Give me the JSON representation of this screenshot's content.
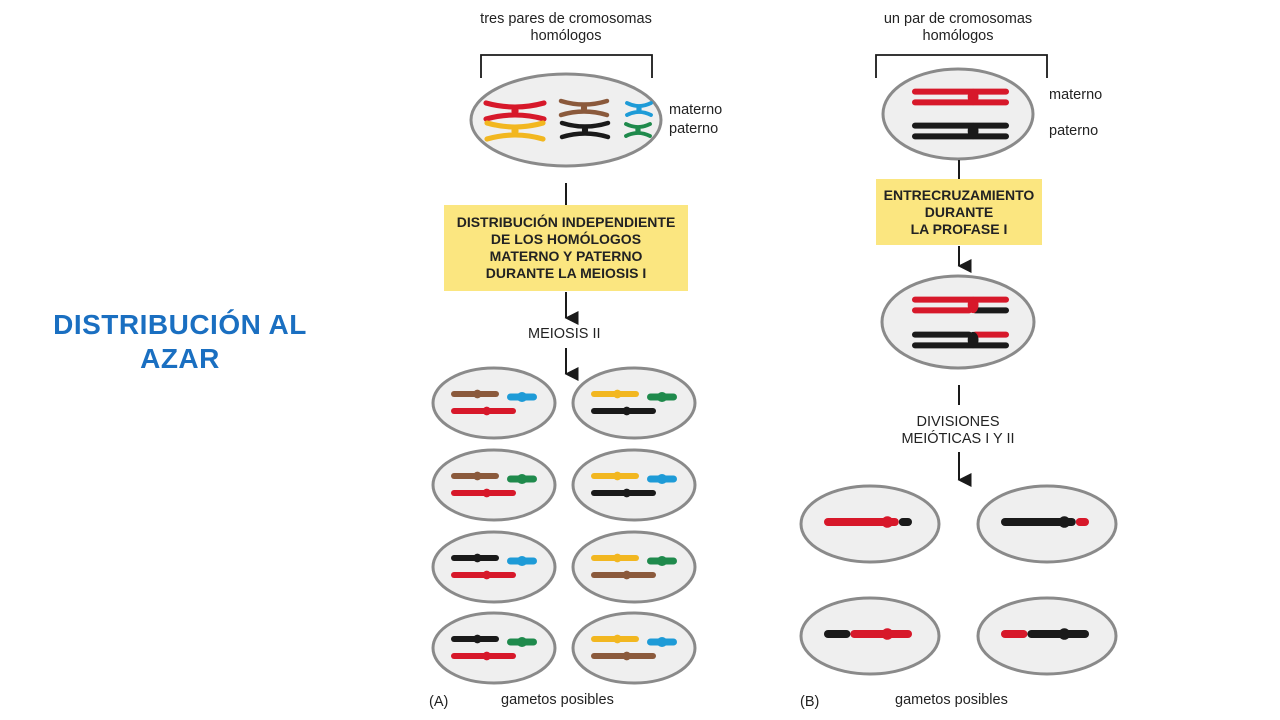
{
  "title_line1": "DISTRIBUCIÓN AL",
  "title_line2": "AZAR",
  "panel_a": {
    "top_label_1": "tres pares de cromosomas",
    "top_label_2": "homólogos",
    "maternal": "materno",
    "paternal": "paterno",
    "box": "DISTRIBUCIÓN INDEPENDIENTE\nDE LOS HOMÓLOGOS\nMATERNO Y PATERNO\nDURANTE LA MEIOSIS I",
    "step2": "MEIOSIS II",
    "letter": "(A)",
    "bottom": "gametos posibles"
  },
  "panel_b": {
    "top_label_1": "un par de cromosomas",
    "top_label_2": "homólogos",
    "maternal": "materno",
    "paternal": "paterno",
    "box": "ENTRECRUZAMIENTO\nDURANTE\nLA PROFASE I",
    "step2_1": "DIVISIONES",
    "step2_2": "MEIÓTICAS I Y II",
    "letter": "(B)",
    "bottom": "gametos posibles"
  },
  "colors": {
    "title": "#1a6fc1",
    "red": "#d7182a",
    "brown": "#8b5a3c",
    "blue": "#1e9bd7",
    "yellow": "#f2b720",
    "black": "#1a1a1a",
    "green": "#1f8a4c",
    "cell_fill": "#efefef",
    "cell_stroke": "#8a8a8a",
    "box_fill": "#fbe680"
  }
}
